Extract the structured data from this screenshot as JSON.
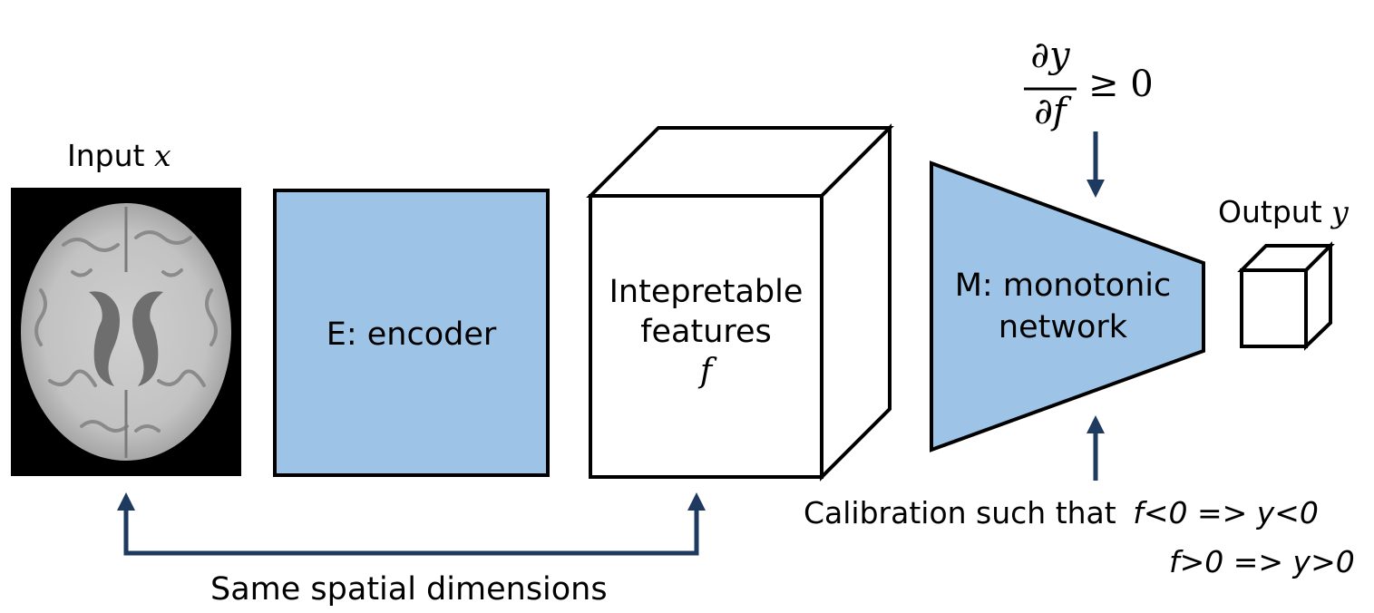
{
  "input": {
    "label": "Input ",
    "var": "x"
  },
  "encoder": {
    "label": "E: encoder"
  },
  "features": {
    "line1": "Intepretable",
    "line2": "features",
    "var": "f"
  },
  "monotonic": {
    "line1": "M: monotonic",
    "line2": "network"
  },
  "output": {
    "label": "Output ",
    "var": "y"
  },
  "constraint": {
    "numerator": "∂y",
    "denominator": "∂f",
    "relation": "≥ 0"
  },
  "calibration": {
    "prefix": "Calibration such that ",
    "rule1": "f<0 => y<0",
    "rule2": "f>0 => y>0"
  },
  "bracket": {
    "label": "Same spatial dimensions"
  },
  "colors": {
    "block_fill": "#9dc3e6",
    "arrow": "#1f3a5f",
    "stroke": "#000000"
  },
  "icons": {
    "brain_image": "brain-mri-slice"
  }
}
